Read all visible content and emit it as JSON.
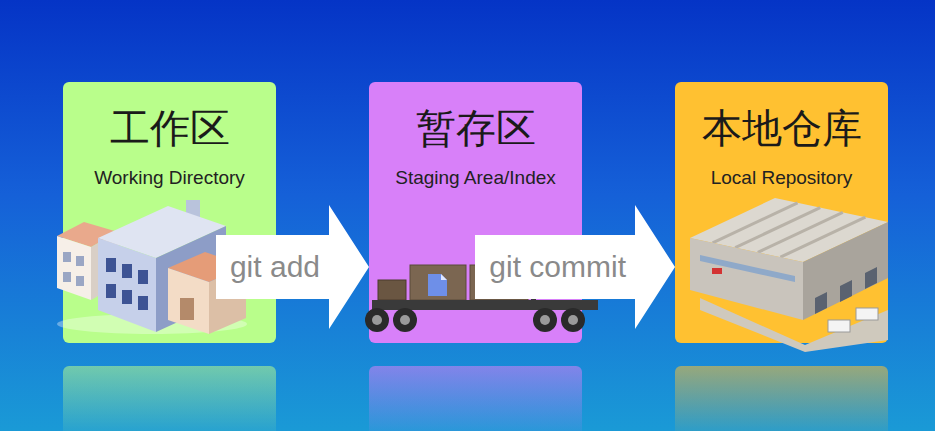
{
  "diagram": {
    "nodes": [
      {
        "text": [
          "工作区",
          "Working Directory"
        ]
      },
      {
        "text": [
          "暂存区",
          "Staging Area/Index"
        ]
      },
      {
        "text": [
          "本地仓库",
          "Local Repository"
        ]
      }
    ],
    "edges": [
      {
        "from": 0,
        "to": 1,
        "arrow": "to",
        "label": "git add"
      },
      {
        "from": 1,
        "to": 2,
        "arrow": "to",
        "label": "git commit"
      }
    ]
  }
}
